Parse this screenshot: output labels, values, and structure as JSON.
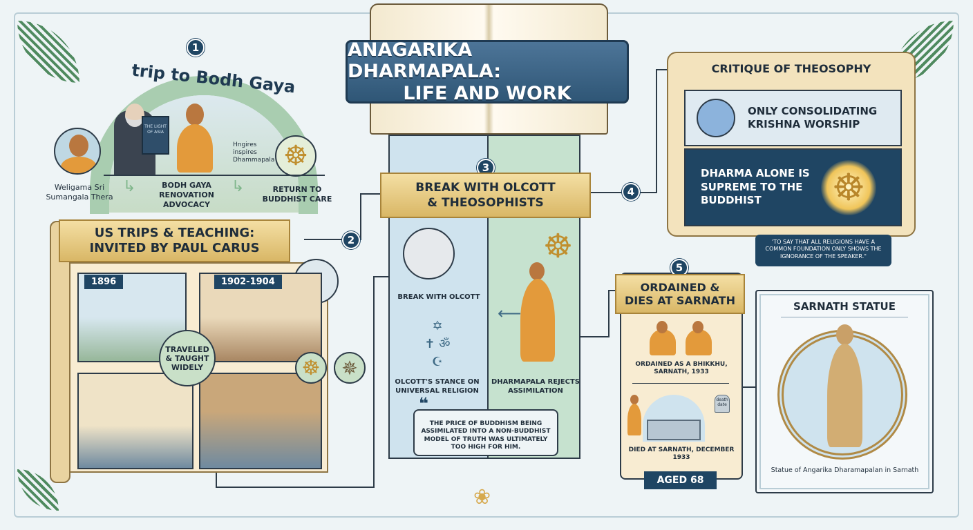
{
  "title": {
    "line1": "ANAGARIKA DHARMAPALA:",
    "line2": "LIFE AND WORK"
  },
  "section1": {
    "number": "1",
    "arc_label": "trip to Bodh Gaya",
    "book_text": "THE LIGHT OF ASIA",
    "person_caption": "Weligama Sri Sumangala Thera",
    "inspires": "Hngires inspires Dhammapala",
    "outcome1": "BODH GAYA RENOVATION ADVOCACY",
    "outcome2": "RETURN TO BUDDHIST CARE"
  },
  "section2": {
    "number": "2",
    "title_line1": "US TRIPS & TEACHING:",
    "title_line2": "INVITED BY PAUL CARUS",
    "year1": "1896",
    "year2": "1902-1904",
    "center_badge": "TRAVELED & TAUGHT WIDELY"
  },
  "section3": {
    "number": "3",
    "title_line1": "BREAK WITH OLCOTT",
    "title_line2": "& THEOSOPHISTS",
    "olcott_caption": "BREAK WITH OLCOTT",
    "left_caption": "OLCOTT'S STANCE ON UNIVERSAL RELIGION",
    "right_caption": "DHARMAPALA REJECTS ASSIMILATION",
    "quote": "THE PRICE OF BUDDHISM BEING ASSIMILATED INTO A NON-BUDDHIST MODEL OF TRUTH WAS ULTIMATELY TOO HIGH FOR HIM."
  },
  "section4": {
    "number": "4",
    "title": "CRITIQUE OF THEOSOPHY",
    "krishna_text": "ONLY CONSOLIDATING KRISHNA WORSHIP",
    "dharma_text": "DHARMA ALONE IS SUPREME TO THE BUDDHIST",
    "quote": "'TO SAY THAT ALL RELIGIONS HAVE A COMMON FOUNDATION ONLY SHOWS THE IGNORANCE OF THE SPEAKER.\""
  },
  "section5": {
    "number": "5",
    "title_line1": "ORDAINED &",
    "title_line2": "DIES AT SARNATH",
    "ordained": "ORDAINED AS A BHIKKHU, SARNATH, 1933",
    "died": "DIED AT SARNATH, DECEMBER 1933",
    "sign": "death date",
    "aged": "AGED 68"
  },
  "statue": {
    "title": "SARNATH STATUE",
    "caption": "Statue of Angarika Dharamapalan in Sarnath"
  }
}
